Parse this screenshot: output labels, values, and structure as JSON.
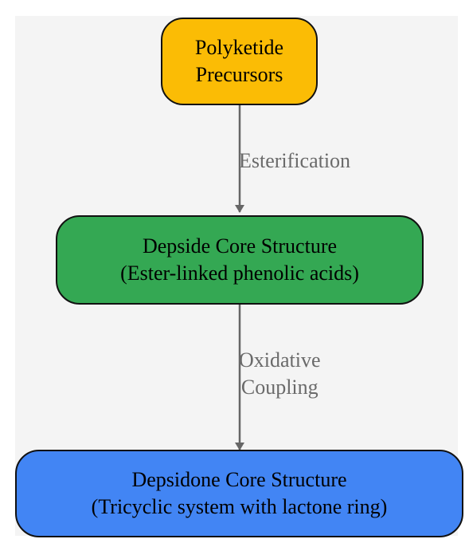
{
  "colors": {
    "panel": "#f4f4f4",
    "node1": "#fbbc05",
    "node2": "#34a853",
    "node3": "#4285f4",
    "edge": "#666666",
    "edge_label": "#6a6a6a"
  },
  "nodes": [
    {
      "id": "polyketide-precursors",
      "lines": [
        "Polyketide",
        "Precursors"
      ]
    },
    {
      "id": "depside-core",
      "lines": [
        "Depside Core Structure",
        "(Ester-linked phenolic acids)"
      ]
    },
    {
      "id": "depsidone-core",
      "lines": [
        "Depsidone Core Structure",
        "(Tricyclic system with lactone ring)"
      ]
    }
  ],
  "edges": [
    {
      "from": "polyketide-precursors",
      "to": "depside-core",
      "label_lines": [
        "Esterification"
      ]
    },
    {
      "from": "depside-core",
      "to": "depsidone-core",
      "label_lines": [
        "Oxidative",
        "Coupling"
      ]
    }
  ]
}
